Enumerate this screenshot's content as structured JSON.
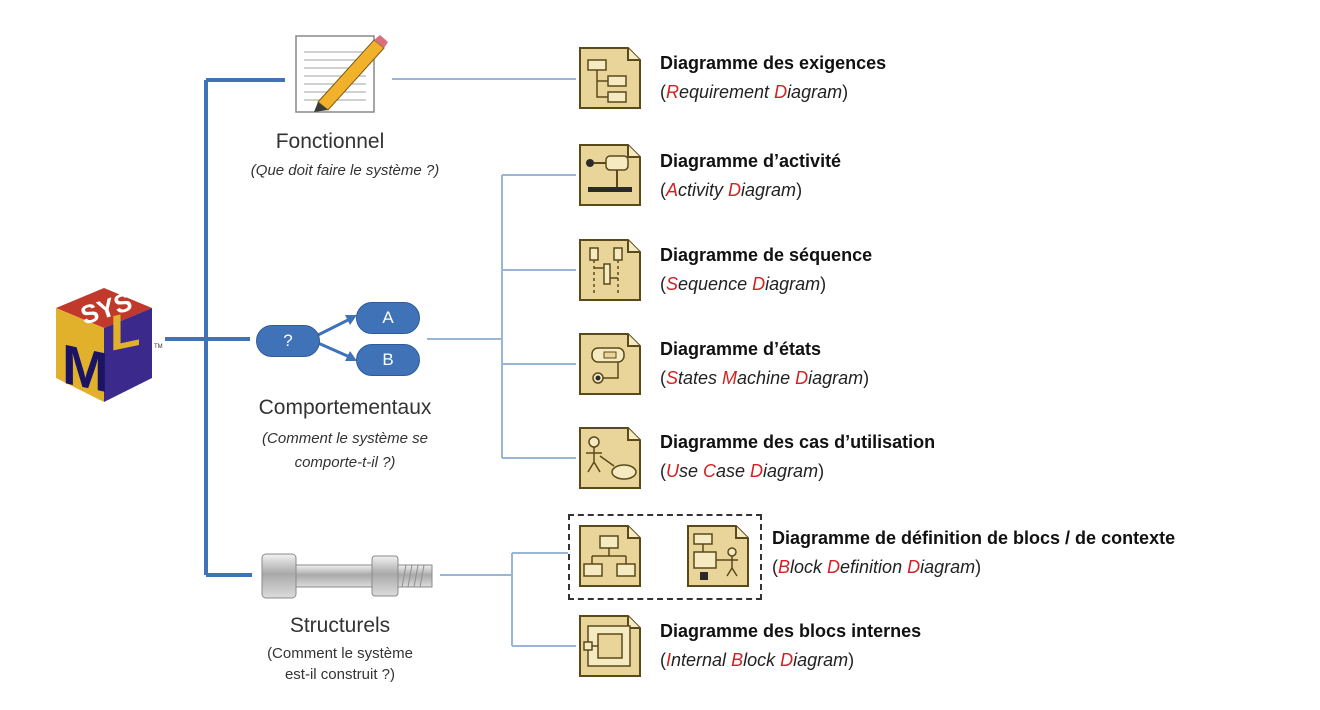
{
  "logo": {
    "name": "SysML logo",
    "text": "SYS ML",
    "trademark": "TM",
    "colors": {
      "top": "#c0392b",
      "left": "#e1b12c",
      "right": "#3b2a8c"
    }
  },
  "categories": [
    {
      "title": "Fonctionnel",
      "subtitle": "(Que doit faire le système ?)",
      "icon": "pencil-on-paper-icon"
    },
    {
      "title": "Comportementaux",
      "subtitle_line1": "(Comment le système se",
      "subtitle_line2": "comporte-t-il ?)",
      "icon": "decision-flow-icon",
      "flow": {
        "decision": "?",
        "option_a": "A",
        "option_b": "B"
      }
    },
    {
      "title": "Structurels",
      "subtitle_line1": "(Comment le système",
      "subtitle_line2": "est-il construit ?)",
      "icon": "bolt-and-nut-icon"
    }
  ],
  "diagrams": [
    {
      "fr": "Diagramme des exigences",
      "en_parts": [
        [
          "R",
          "equirement "
        ],
        [
          "D",
          "iagram"
        ]
      ],
      "icon": "requirement-diagram-icon"
    },
    {
      "fr": "Diagramme d’activité",
      "en_parts": [
        [
          "A",
          "ctivity "
        ],
        [
          "D",
          "iagram"
        ]
      ],
      "icon": "activity-diagram-icon"
    },
    {
      "fr": "Diagramme de séquence",
      "en_parts": [
        [
          "S",
          "equence "
        ],
        [
          "D",
          "iagram"
        ]
      ],
      "icon": "sequence-diagram-icon"
    },
    {
      "fr": "Diagramme d’états",
      "en_parts": [
        [
          "S",
          "tates "
        ],
        [
          "M",
          "achine "
        ],
        [
          "D",
          "iagram"
        ]
      ],
      "icon": "state-machine-diagram-icon"
    },
    {
      "fr": "Diagramme des cas d’utilisation",
      "en_parts": [
        [
          "U",
          "se "
        ],
        [
          "C",
          "ase "
        ],
        [
          "D",
          "iagram"
        ]
      ],
      "icon": "use-case-diagram-icon"
    },
    {
      "fr": "Diagramme de définition de blocs / de contexte",
      "en_parts": [
        [
          "B",
          "lock "
        ],
        [
          "D",
          "efinition "
        ],
        [
          "D",
          "iagram"
        ]
      ],
      "icon": "block-definition-diagram-icon",
      "extra_icon": "context-diagram-icon"
    },
    {
      "fr": "Diagramme des blocs internes",
      "en_parts": [
        [
          "I",
          "nternal "
        ],
        [
          "B",
          "lock "
        ],
        [
          "D",
          "iagram"
        ]
      ],
      "icon": "internal-block-diagram-icon"
    }
  ],
  "colors": {
    "main_connector": "#3f72b7",
    "thin_connector": "#9ab6d6",
    "icon_fill": "#e9d59a",
    "icon_stroke": "#5a4a1a",
    "accent_red": "#d42020"
  }
}
